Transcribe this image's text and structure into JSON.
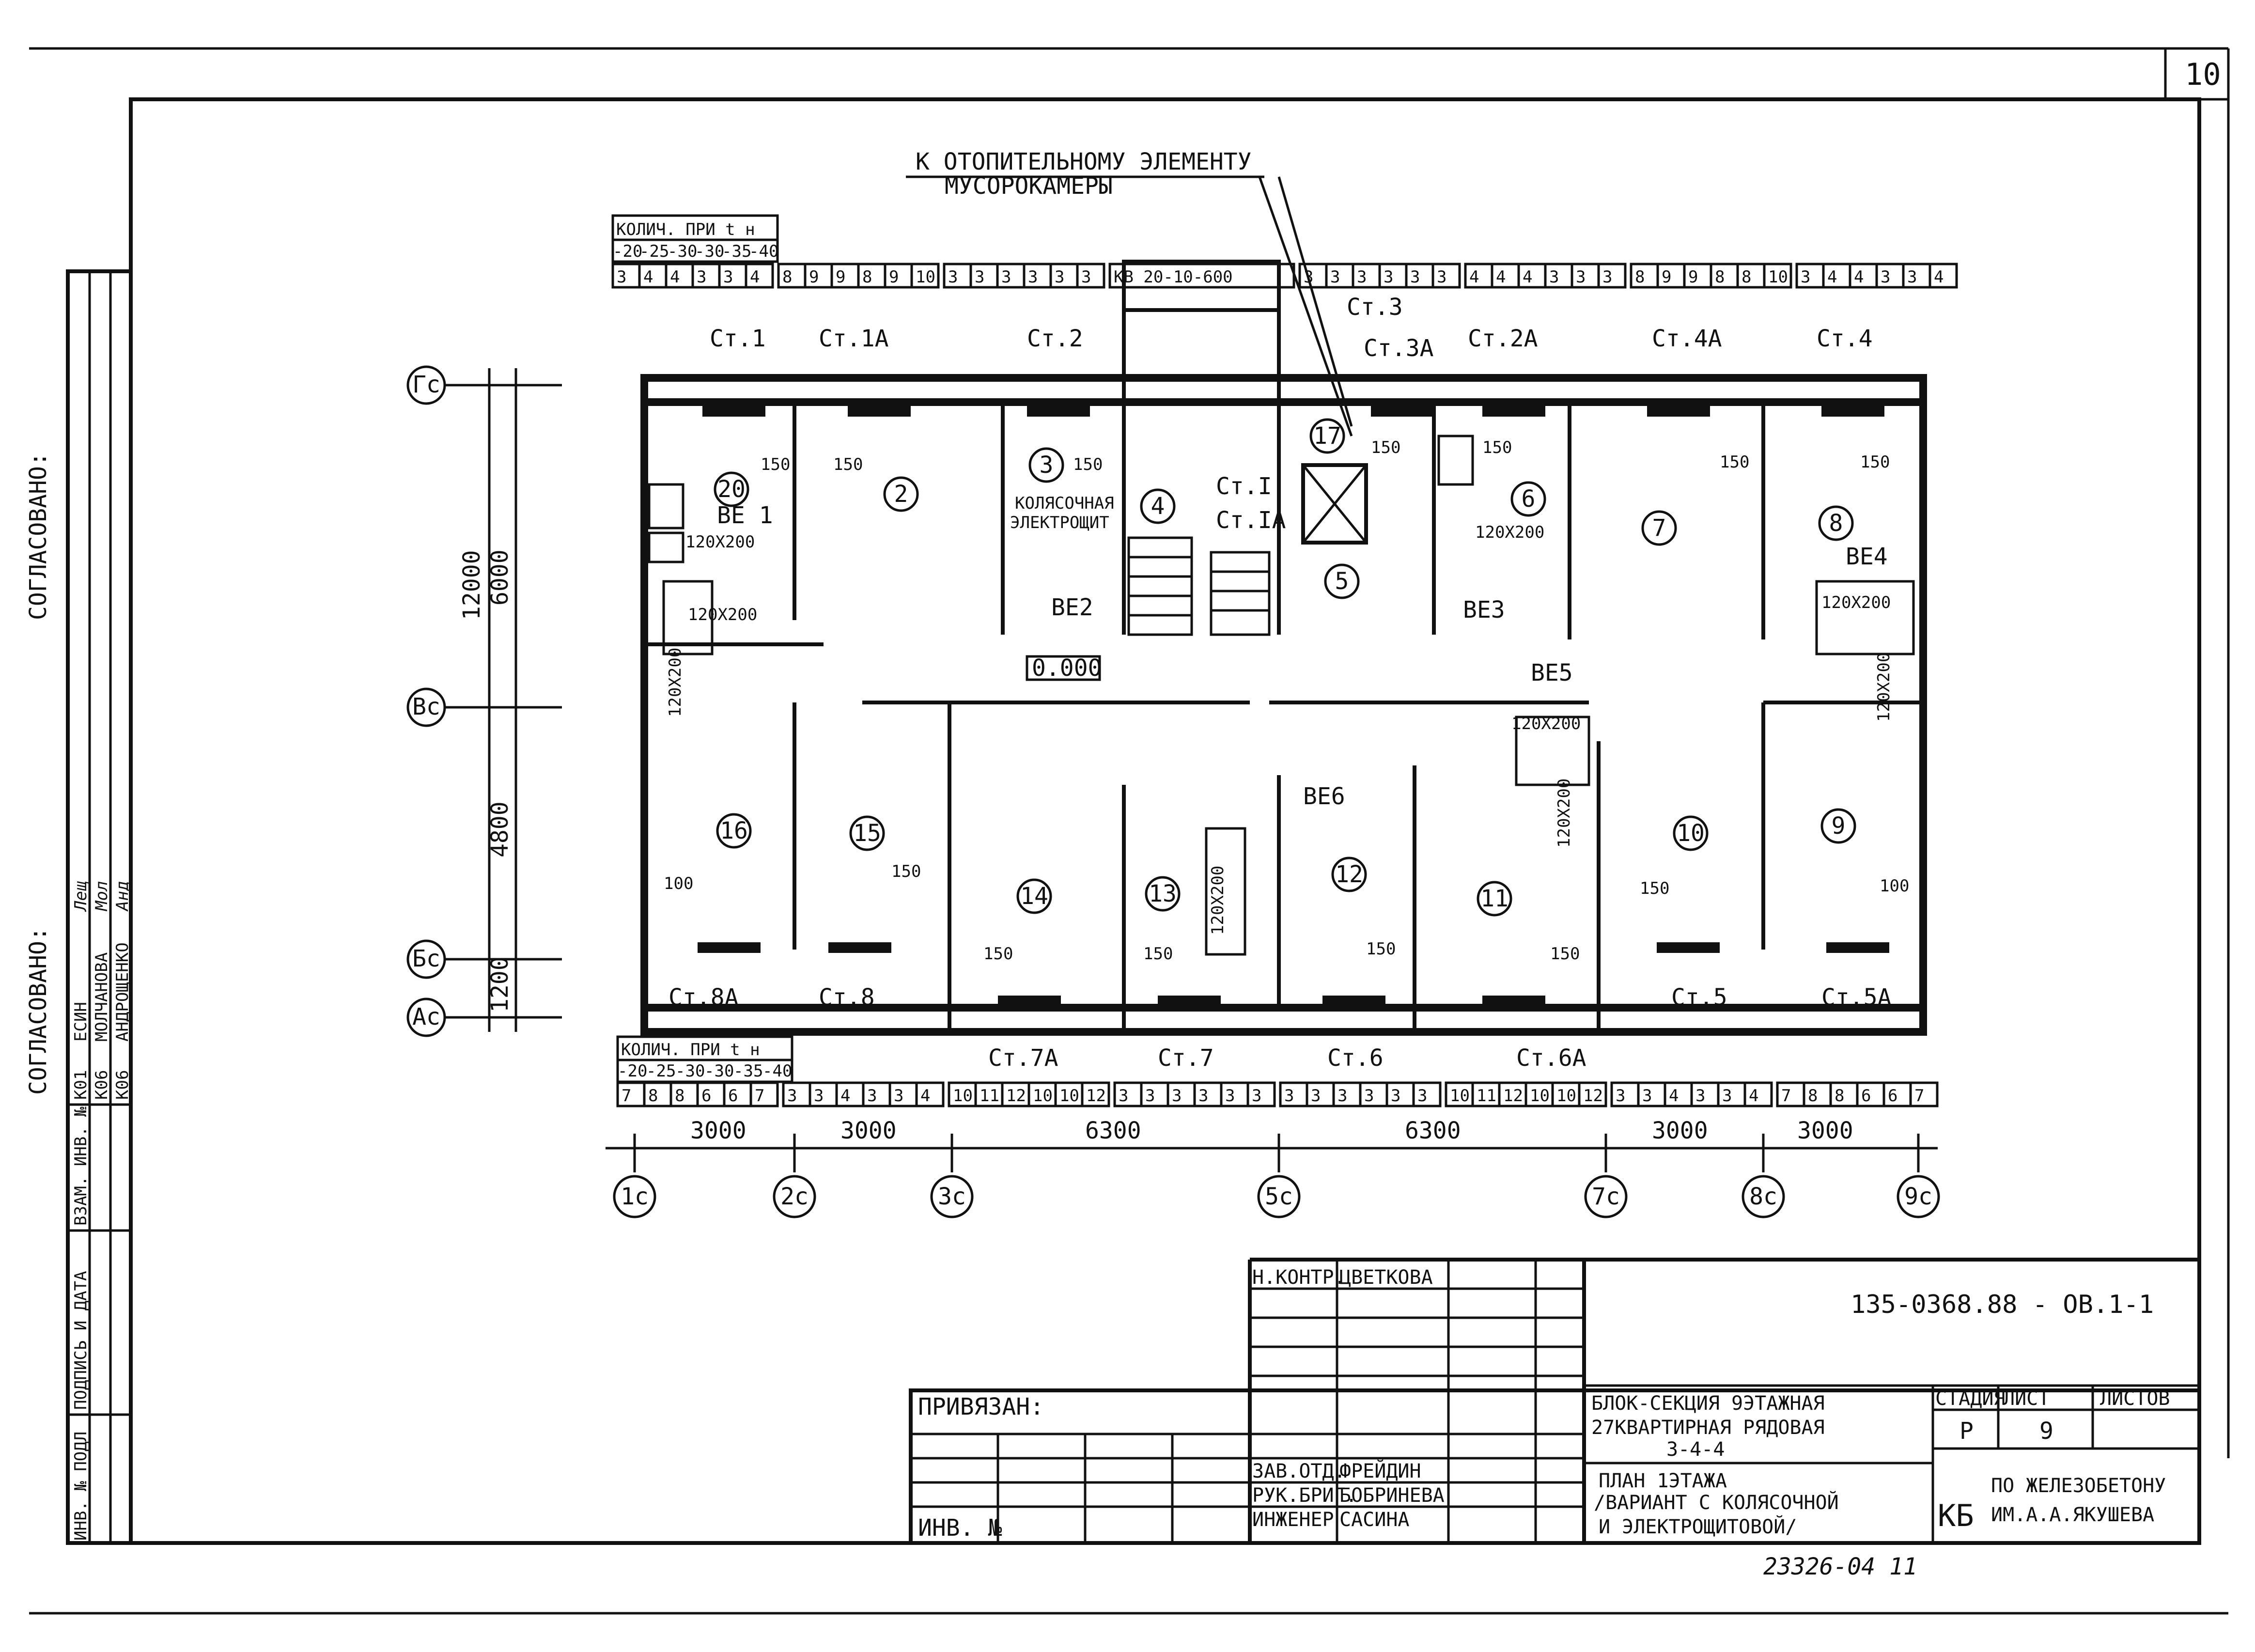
{
  "sheet_number": "10",
  "approvals": {
    "label_top": "СОГЛАСОВАНО:",
    "label_bottom": "СОГЛАСОВАНО:"
  },
  "side_table": {
    "codes": [
      "К01",
      "К06",
      "К06"
    ],
    "names": [
      "ЕСИН",
      "МОЛЧАНОВА",
      "АНДРОЩЕНКО"
    ],
    "signatures": [
      "Лещ",
      "Мол",
      "Анд"
    ],
    "row_labels": [
      "ИНВ. № ПОДЛ",
      "ПОДПИСЬ И ДАТА",
      "ВЗАМ. ИНВ. №"
    ]
  },
  "note": {
    "line1": "К ОТОПИТЕЛЬНОМУ ЭЛЕМЕНТУ",
    "line2": "МУСОРОКАМЕРЫ"
  },
  "count_header": {
    "title": "КОЛИЧ. ПРИ t н",
    "temps": [
      "-20",
      "-25",
      "-30",
      "-30",
      "-35",
      "-40"
    ]
  },
  "top_counts": [
    [
      "3",
      "4",
      "4",
      "3",
      "3",
      "4"
    ],
    [
      "8",
      "9",
      "9",
      "8",
      "9",
      "10"
    ],
    [
      "3",
      "3",
      "3",
      "3",
      "3",
      "3"
    ],
    [
      "КВ 20-10-600"
    ],
    [
      "3",
      "3",
      "3",
      "3",
      "3",
      "3"
    ],
    [
      "4",
      "4",
      "4",
      "3",
      "3",
      "3"
    ],
    [
      "8",
      "9",
      "9",
      "8",
      "8",
      "10"
    ],
    [
      "3",
      "4",
      "4",
      "3",
      "3",
      "4"
    ]
  ],
  "bottom_counts": [
    [
      "7",
      "8",
      "8",
      "6",
      "6",
      "7"
    ],
    [
      "3",
      "3",
      "4",
      "3",
      "3",
      "4"
    ],
    [
      "10",
      "11",
      "12",
      "10",
      "10",
      "12"
    ],
    [
      "3",
      "3",
      "3",
      "3",
      "3",
      "3"
    ],
    [
      "3",
      "3",
      "3",
      "3",
      "3",
      "3"
    ],
    [
      "10",
      "11",
      "12",
      "10",
      "10",
      "12"
    ],
    [
      "3",
      "3",
      "4",
      "3",
      "3",
      "4"
    ],
    [
      "7",
      "8",
      "8",
      "6",
      "6",
      "7"
    ]
  ],
  "risers_top": [
    "Ст.1",
    "Ст.1А",
    "Ст.2",
    "Ст.3",
    "Ст.3А",
    "Ст.2А",
    "Ст.4А",
    "Ст.4"
  ],
  "risers_bottom": [
    "Ст.8А",
    "Ст.8",
    "Ст.7А",
    "Ст.7",
    "Ст.6",
    "Ст.6А",
    "Ст.5",
    "Ст.5А"
  ],
  "stair_risers": [
    "Ст.I",
    "Ст.IА"
  ],
  "room_numbers": [
    "20",
    "2",
    "3",
    "4",
    "17",
    "5",
    "6",
    "7",
    "8",
    "16",
    "15",
    "14",
    "13",
    "12",
    "11",
    "10",
    "9"
  ],
  "room_texts": {
    "stroller_line1": "КОЛЯСОЧНАЯ",
    "stroller_line2": "ЭЛЕКТРОЩИТ"
  },
  "vent": {
    "be": [
      "ВЕ 1",
      "ВЕ2",
      "ВЕ3",
      "ВЕ4",
      "ВЕ5",
      "ВЕ6"
    ],
    "size": "120Х200",
    "size_v": "120Х200",
    "offset_150": "150",
    "offset_100": "100",
    "level": "0.000"
  },
  "axes_rows": [
    "Гс",
    "Вс",
    "Бс",
    "Ас"
  ],
  "axes_cols": [
    "1с",
    "2с",
    "3с",
    "5с",
    "7с",
    "8с",
    "9с"
  ],
  "dims_vertical": [
    "12000",
    "6000",
    "4800",
    "1200"
  ],
  "dims_horizontal": [
    "3000",
    "3000",
    "6300",
    "6300",
    "3000",
    "3000"
  ],
  "stamp": {
    "code": "135-0368.88 - ОВ.1-1",
    "n_kontr_role": "Н.КОНТР.",
    "n_kontr_name": "ЦВЕТКОВА",
    "privyazan": "ПРИВЯЗАН:",
    "inv": "ИНВ. №",
    "title_line1": "БЛОК-СЕКЦИЯ 9ЭТАЖНАЯ",
    "title_line2": "27КВАРТИРНАЯ РЯДОВАЯ",
    "title_line3": "3-4-4",
    "plan_line1": "ПЛАН 1ЭТАЖА",
    "plan_line2": "/ВАРИАНТ С КОЛЯСОЧНОЙ",
    "plan_line3": "И ЭЛЕКТРОЩИТОВОЙ/",
    "roles": [
      "ЗАВ.ОТД.",
      "РУК.БРИГ.",
      "ИНЖЕНЕР"
    ],
    "names": [
      "ФРЕЙДИН",
      "БОБРИНЕВА",
      "САСИНА"
    ],
    "stage_h": "СТАДИЯ",
    "sheet_h": "ЛИСТ",
    "sheets_h": "ЛИСТОВ",
    "stage": "Р",
    "sheet": "9",
    "org_logo": "КБ",
    "org_line1": "ПО ЖЕЛЕЗОБЕТОНУ",
    "org_line2": "ИМ.А.А.ЯКУШЕВА"
  },
  "footer_number": "23326-04   11"
}
